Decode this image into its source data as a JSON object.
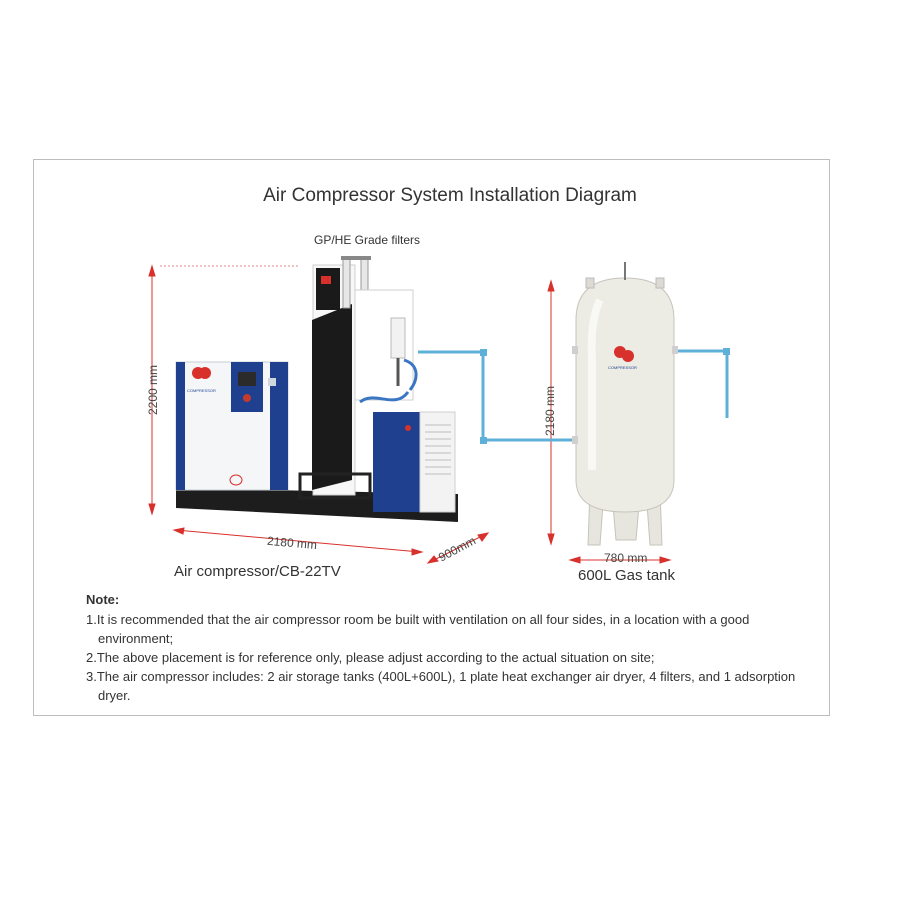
{
  "diagram": {
    "title": "Air Compressor System Installation Diagram",
    "filter_label": "GP/HE Grade filters",
    "brand_small": "COMPRESSOR",
    "compressor": {
      "height_label": "2200 mm",
      "width_label": "2180 mm",
      "depth_label": "900mm",
      "caption": "Air compressor/CB-22TV"
    },
    "tank": {
      "height_label": "2180 mm",
      "width_label": "780 mm",
      "caption": "600L Gas tank"
    },
    "colors": {
      "pipe": "#5fb0d8",
      "dimension": "#d8302b",
      "cabinet_blue": "#1f3f8f",
      "tank_body": "#ecebe4"
    }
  },
  "notes": {
    "heading": "Note:",
    "items": [
      "1.It is recommended that the air compressor room be built with ventilation on all four sides, in a location with a good environment;",
      "2.The above placement is for reference only, please adjust according to the actual situation on site;",
      "3.The air compressor includes: 2 air storage tanks (400L+600L), 1 plate heat exchanger air dryer, 4 filters, and 1 adsorption dryer."
    ]
  }
}
